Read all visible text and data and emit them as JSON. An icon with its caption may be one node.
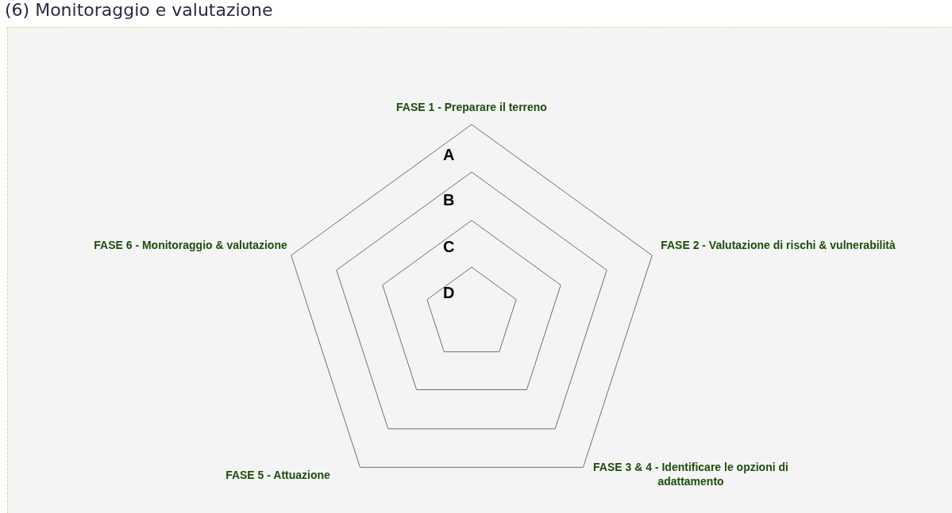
{
  "diagram": {
    "title": "(6) Monitoraggio e valutazione",
    "labels": [
      "FASE 1 - Preparare il terreno",
      "A",
      "B",
      "FASE 6 - Monitoraggio & valutazione",
      "FASE 2 - Valutazione di rischi & vulnerabilità",
      "C",
      "D",
      "FASE 5 - Attuazione",
      "FASE 3 & 4 - Identificare le opzioni di adattamento"
    ]
  }
}
